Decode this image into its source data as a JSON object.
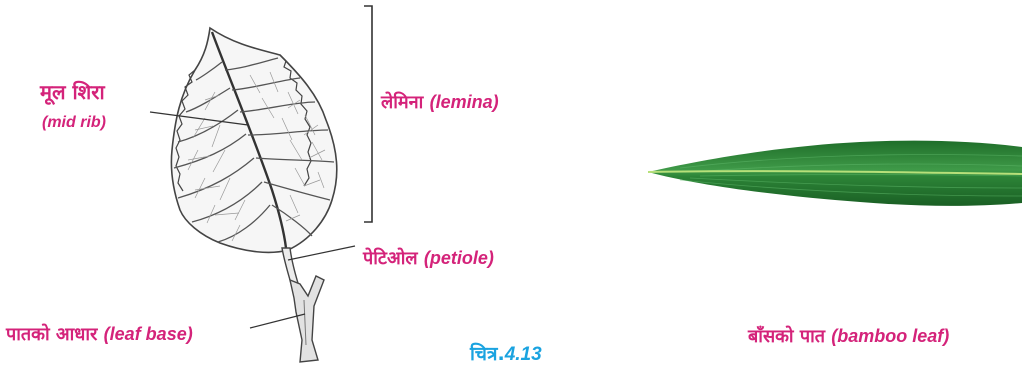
{
  "figure": {
    "caption_prefix": "चित्र.",
    "caption_number": "4.13"
  },
  "labels": {
    "midrib": {
      "np": "मूल शिरा",
      "en": "(mid rib)"
    },
    "lamina": {
      "np": "लेमिना",
      "en": "(lemina)"
    },
    "petiole": {
      "np": "पेटिओल",
      "en": "(petiole)"
    },
    "leaf_base": {
      "np": "पातको आधार",
      "en": "(leaf base)"
    },
    "bamboo": {
      "np": "बाँसको पात",
      "en": "(bamboo leaf)"
    }
  },
  "colors": {
    "label": "#d4237a",
    "caption": "#1aa3e0",
    "bamboo_leaf": "#2e8b3a",
    "line_art": "#555555"
  }
}
